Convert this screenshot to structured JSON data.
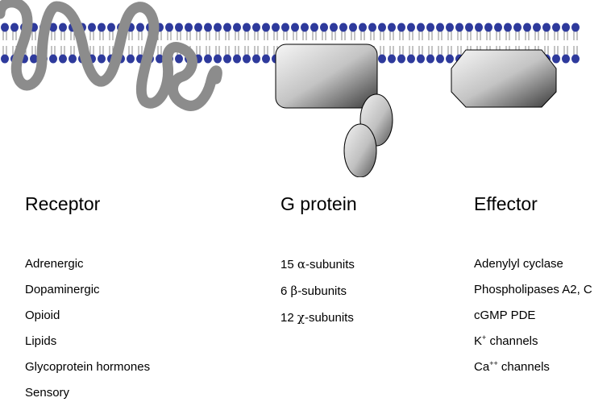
{
  "columns": {
    "receptor": {
      "title": "Receptor",
      "items": [
        "Adrenergic",
        "Dopaminergic",
        "Opioid",
        "Lipids",
        "Glycoprotein hormones",
        "Sensory"
      ]
    },
    "gprotein": {
      "title": "G protein",
      "items": [
        {
          "count": "15",
          "symbol": "α",
          "suffix": "-subunits"
        },
        {
          "count": "6",
          "symbol": "β",
          "suffix": "-subunits"
        },
        {
          "count": "12",
          "symbol": "χ",
          "suffix": "-subunits"
        }
      ]
    },
    "effector": {
      "title": "Effector",
      "items": [
        {
          "text": "Adenylyl cyclase"
        },
        {
          "text": "Phospholipases A2, C"
        },
        {
          "text": "cGMP PDE"
        },
        {
          "text": "K",
          "sup": "+",
          "after": " channels"
        },
        {
          "text": "Ca",
          "sup": "++",
          "after": " channels"
        }
      ]
    }
  },
  "colors": {
    "lipid_head": "#2e3a9c",
    "lipid_tail": "#8a8a8a",
    "receptor": "#8c8c8c",
    "protein_light": "#f4f4f4",
    "protein_dark": "#3a3a3a"
  },
  "icons": {
    "receptor": "serpentine-receptor-shape",
    "gprotein": "g-protein-complex-shape",
    "effector": "effector-octagon-shape",
    "membrane": "lipid-bilayer"
  }
}
